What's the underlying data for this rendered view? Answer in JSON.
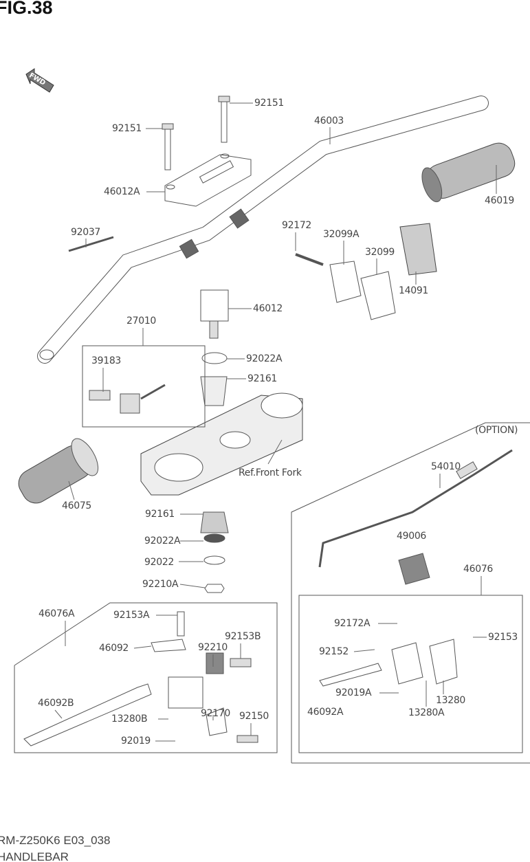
{
  "figure_title": "FIG.38",
  "fwd_label": "FWD",
  "option_label": "(OPTION)",
  "ref_front_fork": "Ref.Front Fork",
  "footer": {
    "model_code": "RM-Z250K6 E03_038",
    "section_title": "HANDLEBAR"
  },
  "parts": {
    "p92151a": "92151",
    "p92151b": "92151",
    "p46003": "46003",
    "p46012A": "46012A",
    "p46019": "46019",
    "p92037": "92037",
    "p92172": "92172",
    "p32099A": "32099A",
    "p32099": "32099",
    "p14091": "14091",
    "p46012": "46012",
    "p27010": "27010",
    "p39183": "39183",
    "p92022Aa": "92022A",
    "p92161a": "92161",
    "p46075": "46075",
    "p54010": "54010",
    "p92161b": "92161",
    "p49006": "49006",
    "p92022Ab": "92022A",
    "p46076": "46076",
    "p92022": "92022",
    "p92210A": "92210A",
    "p46076A": "46076A",
    "p92153A": "92153A",
    "p92172A": "92172A",
    "p92153": "92153",
    "p46092": "46092",
    "p92210": "92210",
    "p92153B": "92153B",
    "p92152": "92152",
    "p46092B": "46092B",
    "p92170": "92170",
    "p92019A": "92019A",
    "p13280": "13280",
    "p13280B": "13280B",
    "p92150": "92150",
    "p46092A": "46092A",
    "p13280A": "13280A",
    "p92019": "92019"
  }
}
